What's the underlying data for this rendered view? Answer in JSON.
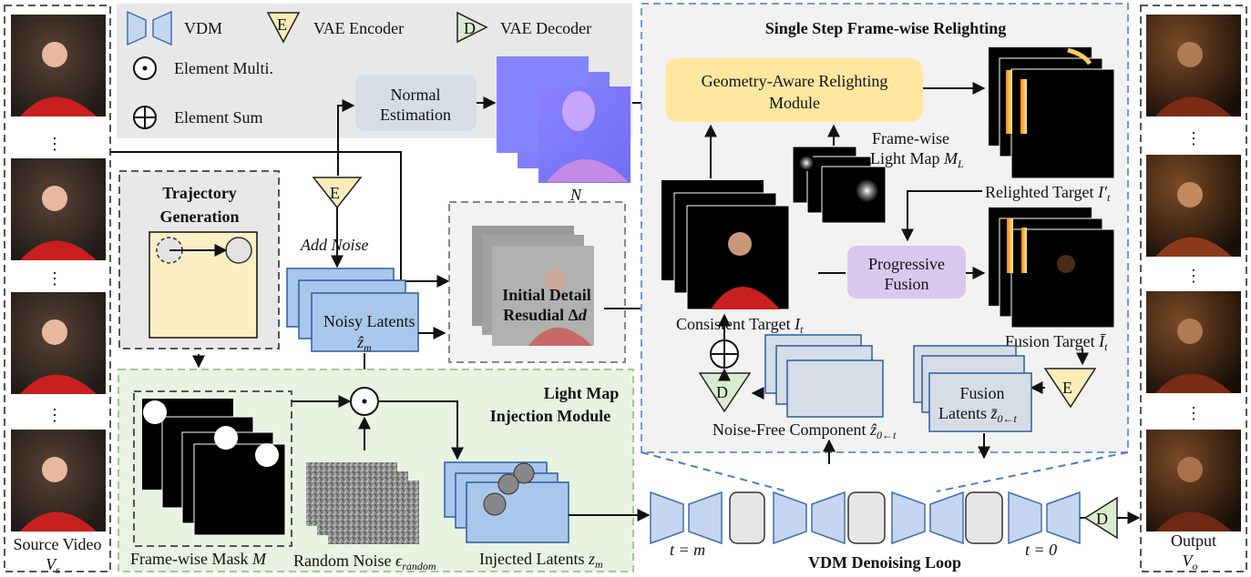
{
  "legend": {
    "vdm": "VDM",
    "vae_encoder": "VAE Encoder",
    "vae_decoder": "VAE Decoder",
    "element_multi": "Element Multi.",
    "element_sum": "Element Sum",
    "encoder_letter": "E",
    "decoder_letter": "D"
  },
  "source_video": {
    "label": "Source Video",
    "symbol": "V",
    "sub": "s"
  },
  "output_video": {
    "label": "Output",
    "symbol": "V",
    "sub": "o"
  },
  "ellipsis": "⋮",
  "trajectory": {
    "title_line1": "Trajectory",
    "title_line2": "Generation"
  },
  "normal_estimation": {
    "line1": "Normal",
    "line2": "Estimation",
    "symbol": "N"
  },
  "add_noise": "Add Noise",
  "noisy_latents": {
    "label": "Noisy Latents",
    "symbol": "ẑ",
    "sub": "m"
  },
  "initial_detail": {
    "line1": "Initial Detail",
    "line2": "Resudial Δ",
    "symbol": "d"
  },
  "light_map_injection": {
    "line1": "Light Map",
    "line2": "Injection Module"
  },
  "frame_mask": {
    "label": "Frame-wise Mask ",
    "symbol": "M"
  },
  "random_noise": {
    "label": "Random Noise ",
    "symbol": "ϵ",
    "sub": "random"
  },
  "injected_latents": {
    "label": "Injected Latents ",
    "symbol": "z",
    "sub": "m"
  },
  "relighting_panel": {
    "title": "Single Step Frame-wise Relighting"
  },
  "geometry_module": {
    "line1": "Geometry-Aware Relighting",
    "line2": "Module"
  },
  "light_map": {
    "line1": "Frame-wise",
    "line2": "Light Map ",
    "symbol": "M",
    "sub": "L"
  },
  "relighted_target": {
    "label": "Relighted Target ",
    "symbol": "I′",
    "sub": "t"
  },
  "progressive_fusion": {
    "line1": "Progressive",
    "line2": "Fusion"
  },
  "consistent_target": {
    "label": "Consistent Target ",
    "symbol": "I",
    "sub": "t"
  },
  "fusion_target": {
    "label": "Fusion Target ",
    "symbol": "Ī",
    "sub": "t"
  },
  "noise_free": {
    "label": "Noise-Free Component ",
    "symbol": "ẑ",
    "sub": "0←t"
  },
  "fusion_latents": {
    "line1": "Fusion",
    "line2": "Latents ",
    "symbol": "z̄",
    "sub": "0←t"
  },
  "denoising": {
    "title": "VDM Denoising Loop",
    "t_start": "t = m",
    "t_end": "t = 0"
  },
  "colors": {
    "legend_bg": "#e8e8e8",
    "vdm_blue": "#c5d6f1",
    "encoder_yellow": "#fcecb8",
    "decoder_green": "#d9ecd0",
    "latent_blue": "#a9c7ea",
    "fusion_purple": "#d9c8ee",
    "geometry_yellow": "#ffe7a0",
    "panel_border": "#6f9bd3",
    "green_panel": "#e9f3e2",
    "green_border": "#9fcb86"
  }
}
